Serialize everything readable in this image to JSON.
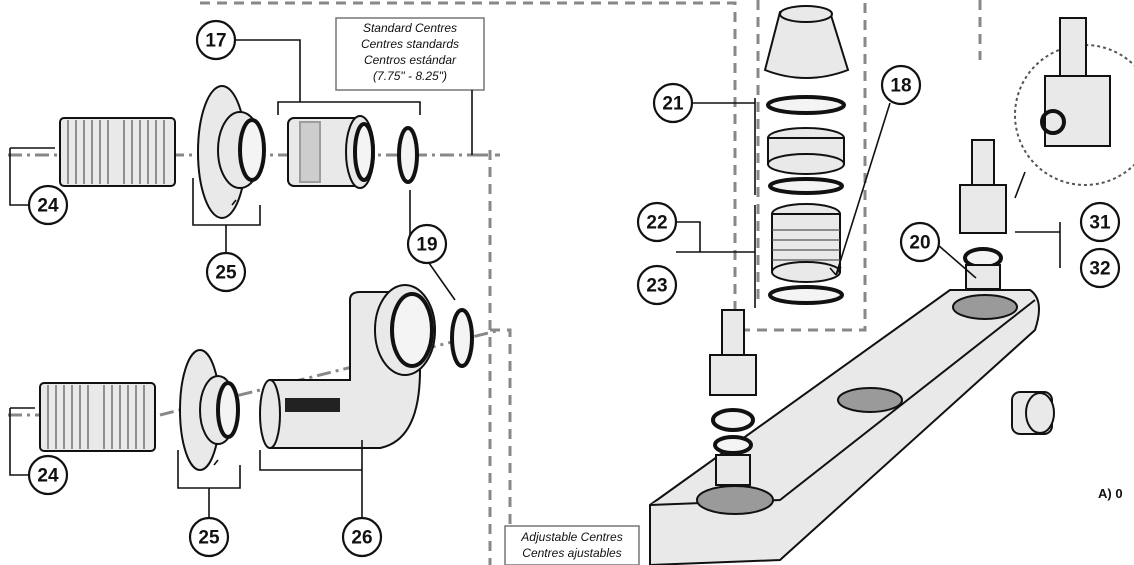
{
  "diagram": {
    "notes": {
      "standard": [
        "Standard Centres",
        "Centres standards",
        "Centros estándar",
        "(7.75\" - 8.25\")"
      ],
      "adjustable": [
        "Adjustable Centres",
        "Centres ajustables"
      ]
    },
    "corner_label": "A) 0",
    "callouts": {
      "c17": "17",
      "c18": "18",
      "c19": "19",
      "c20": "20",
      "c21": "21",
      "c22": "22",
      "c23": "23",
      "c24_top": "24",
      "c24_bottom": "24",
      "c25_top": "25",
      "c25_bottom": "25",
      "c26": "26",
      "c31": "31",
      "c32": "32"
    }
  }
}
